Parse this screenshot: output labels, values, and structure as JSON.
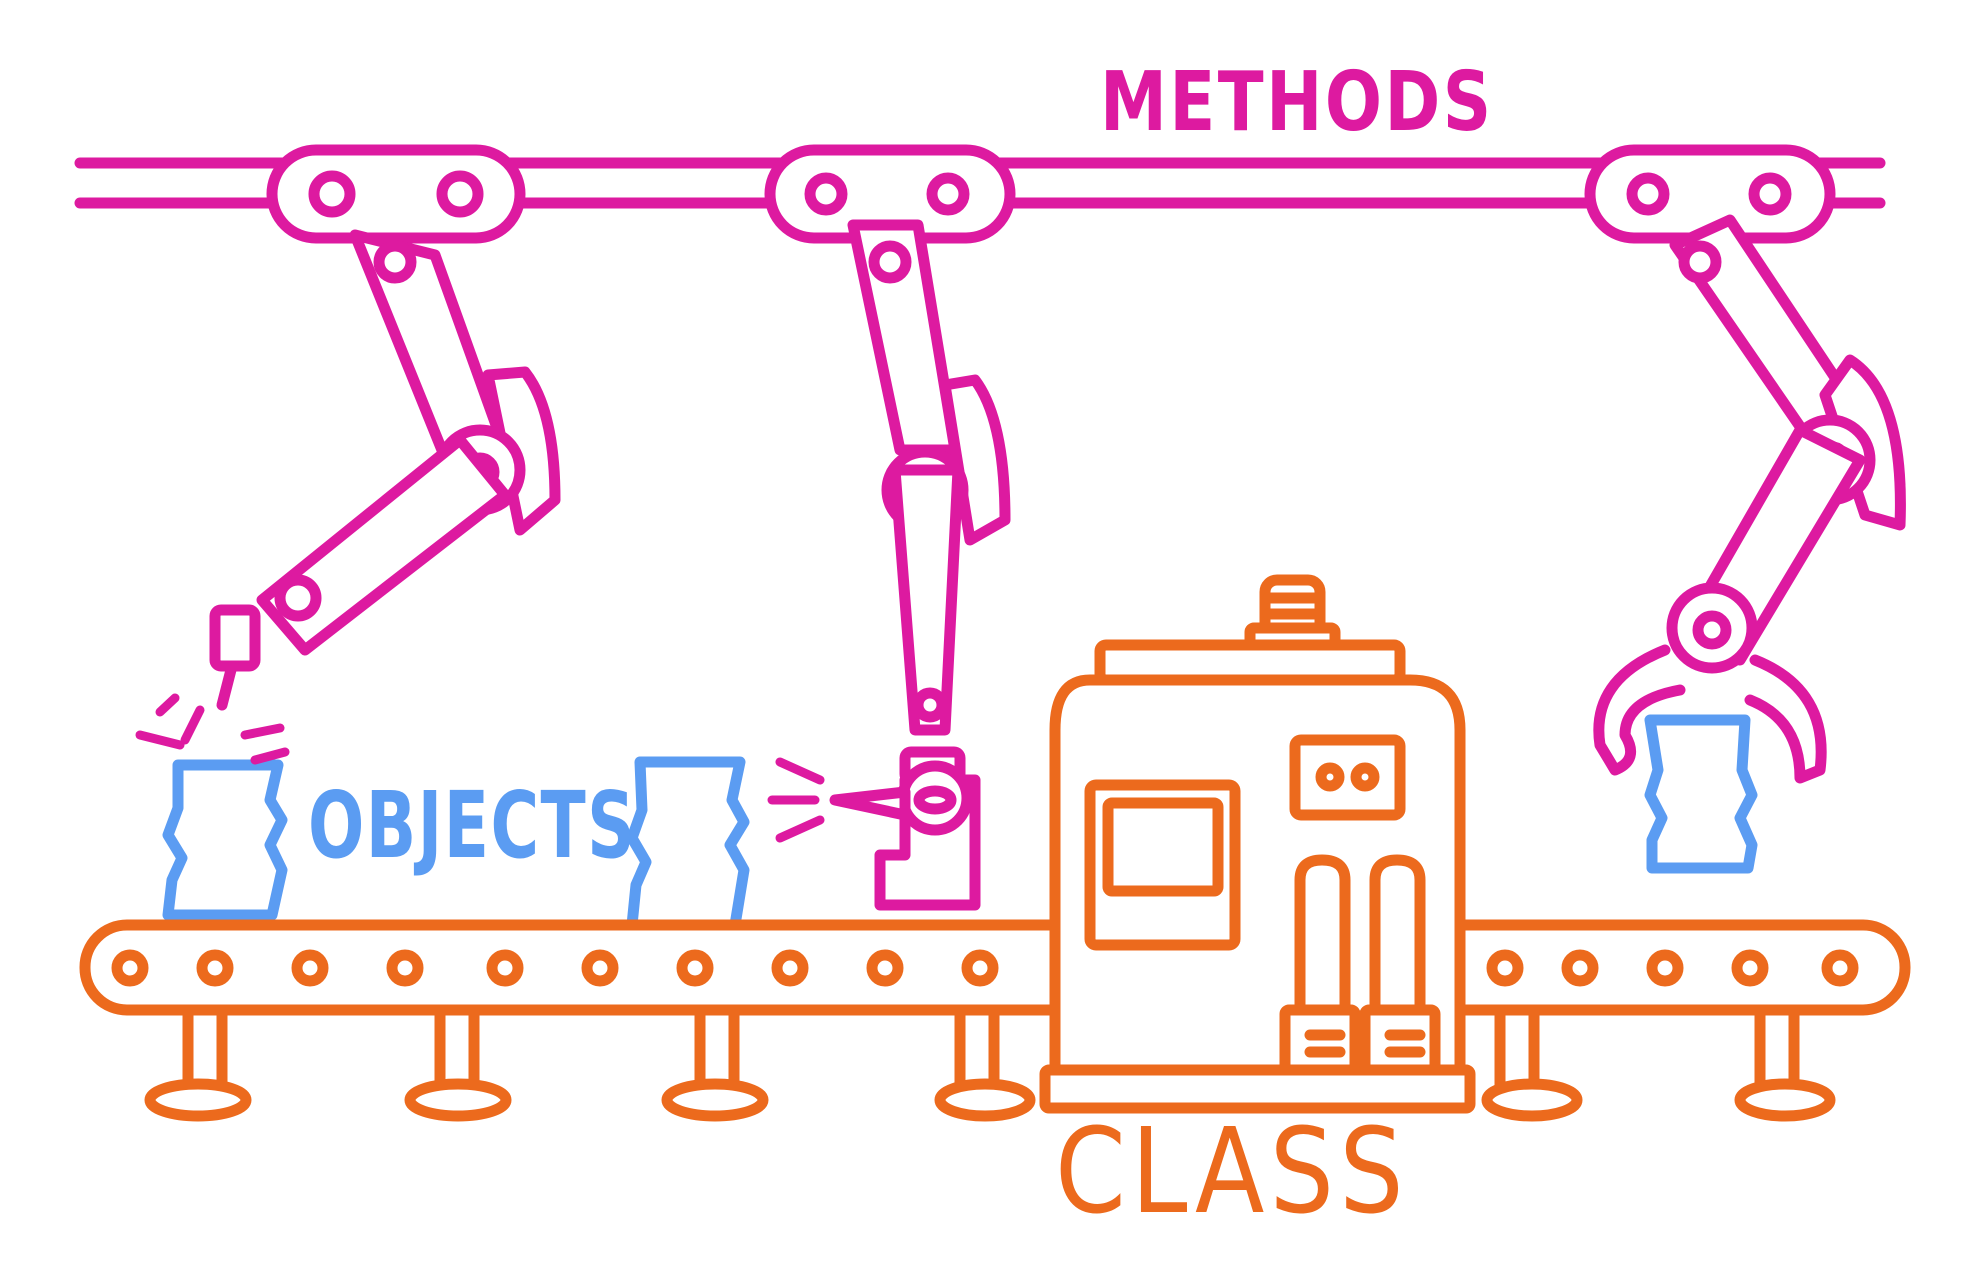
{
  "labels": {
    "methods": "METHODS",
    "objects": "OBJECTS",
    "class": "CLASS"
  },
  "colors": {
    "methods": "#dd1aa0",
    "objects": "#5b9cf2",
    "class": "#ec6a1d",
    "background": "#ffffff"
  }
}
